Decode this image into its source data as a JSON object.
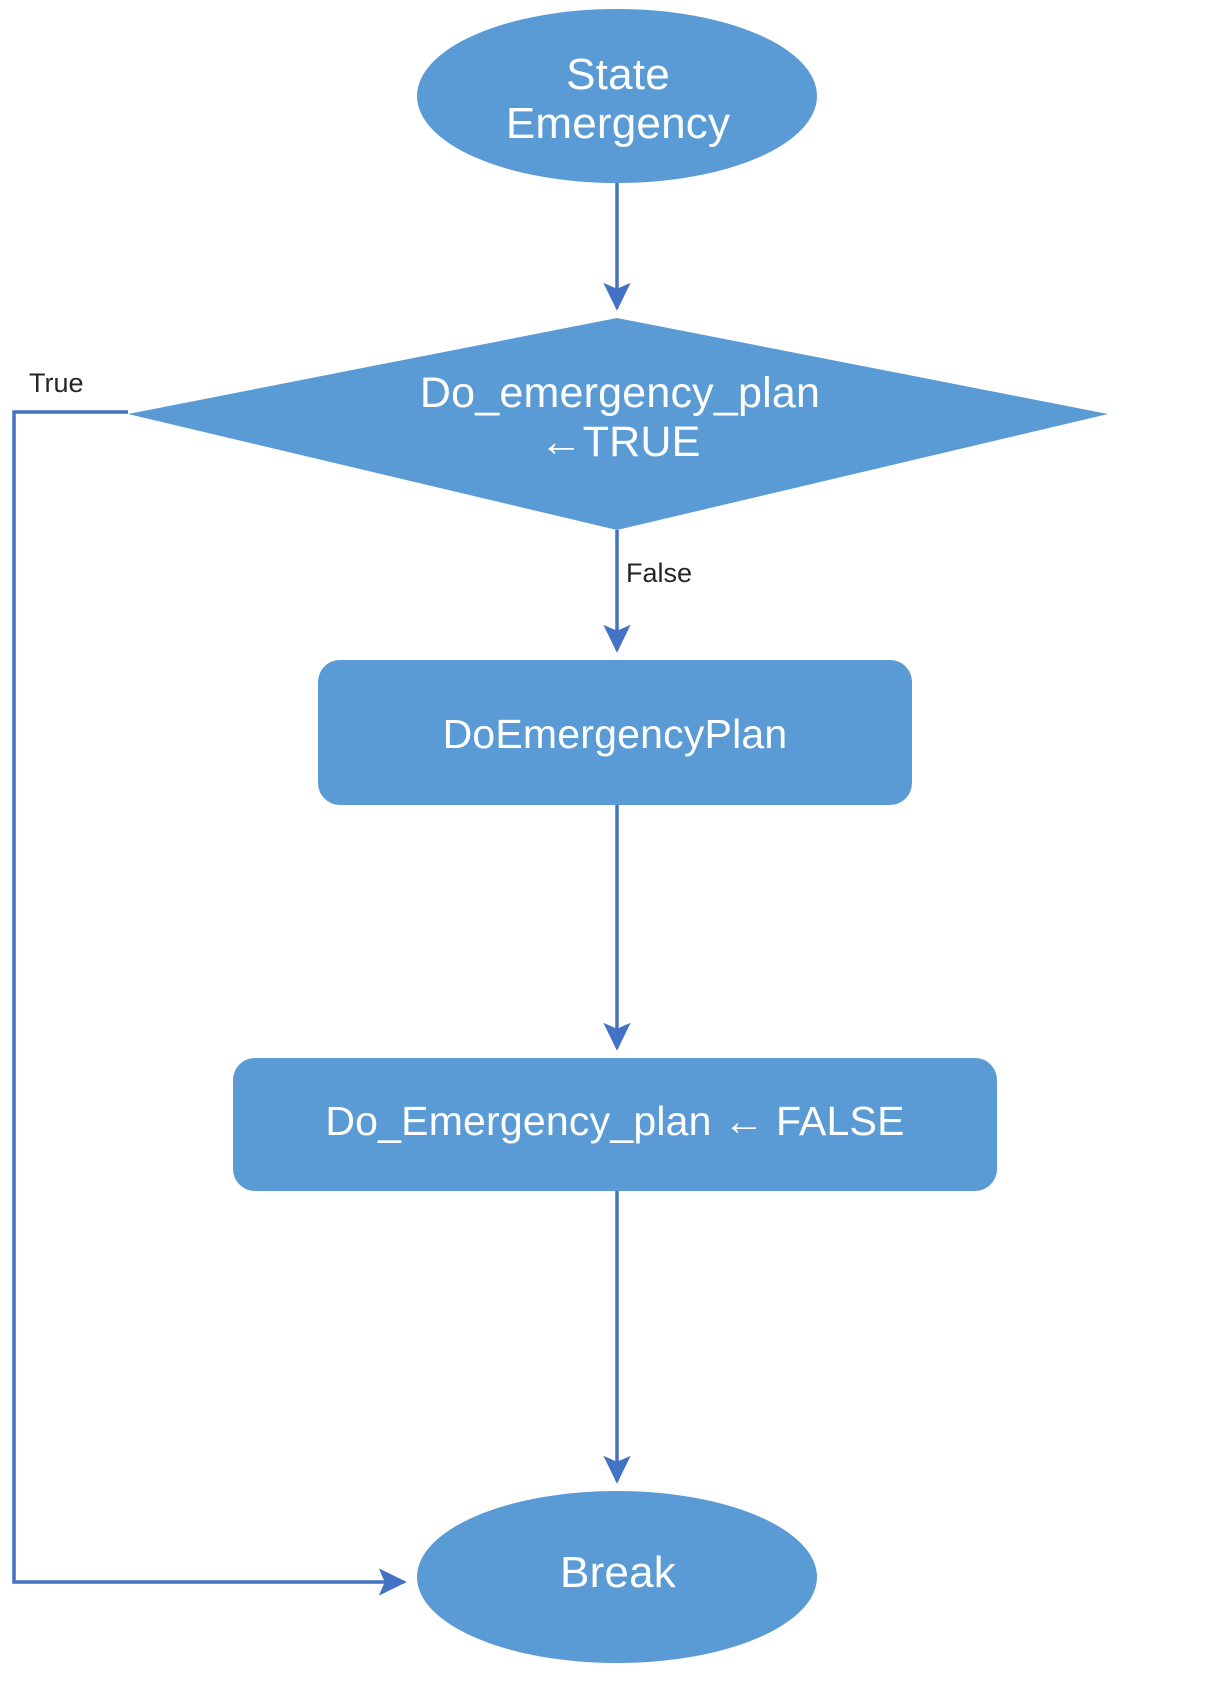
{
  "diagram": {
    "title": "Emergency plan decision flowchart",
    "colors": {
      "node_fill": "#5B9BD5",
      "node_text": "#FFFFFF",
      "edge_line": "#4472C4",
      "label_text": "#262626",
      "background": "#FFFFFF"
    },
    "nodes": [
      {
        "id": "start",
        "shape": "ellipse",
        "text": "State\nEmergency"
      },
      {
        "id": "decision",
        "shape": "diamond",
        "text": "Do_emergency_plan\n←TRUE"
      },
      {
        "id": "process1",
        "shape": "rounded-rectangle",
        "text": "DoEmergencyPlan"
      },
      {
        "id": "process2",
        "shape": "rounded-rectangle",
        "text": "Do_Emergency_plan ← FALSE"
      },
      {
        "id": "end",
        "shape": "ellipse",
        "text": "Break"
      }
    ],
    "edges": [
      {
        "from": "start",
        "to": "decision",
        "label": ""
      },
      {
        "from": "decision",
        "to": "end",
        "label": "True"
      },
      {
        "from": "decision",
        "to": "process1",
        "label": "False"
      },
      {
        "from": "process1",
        "to": "process2",
        "label": ""
      },
      {
        "from": "process2",
        "to": "end",
        "label": ""
      }
    ],
    "edge_labels": {
      "true": "True",
      "false": "False"
    }
  }
}
